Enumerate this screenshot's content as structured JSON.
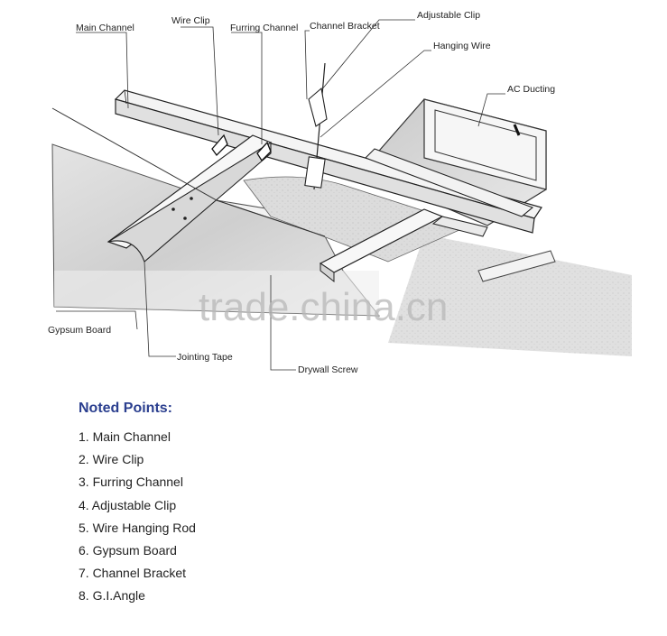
{
  "diagram": {
    "labels": {
      "main_channel": "Main Channel",
      "wire_clip": "Wire Clip",
      "furring_channel": "Furring Channel",
      "channel_bracket": "Channel Bracket",
      "adjustable_clip": "Adjustable Clip",
      "hanging_wire": "Hanging Wire",
      "ac_ducting": "AC Ducting",
      "gypsum_board": "Gypsum Board",
      "jointing_tape": "Jointing Tape",
      "drywall_screw": "Drywall Screw"
    },
    "watermark": "trade.china.cn"
  },
  "notes": {
    "title": "Noted Points:",
    "items": [
      "1. Main Channel",
      "2. Wire Clip",
      "3. Furring Channel",
      "4. Adjustable Clip",
      "5. Wire Hanging Rod",
      "6. Gypsum Board",
      "7. Channel Bracket",
      "8. G.I.Angle"
    ]
  },
  "colors": {
    "ink": "#222222",
    "board_shade": "#d6d6d6",
    "notes_title": "#2b3f8f"
  }
}
